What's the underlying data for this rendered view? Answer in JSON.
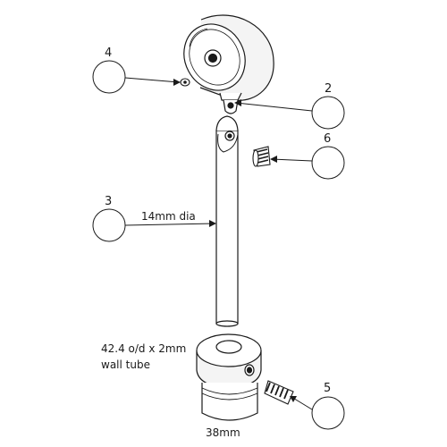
{
  "callouts": {
    "part_2": "2",
    "part_3": "3",
    "part_4": "4",
    "part_5": "5",
    "part_6": "6"
  },
  "dimensions": {
    "rod_diameter": "14mm dia",
    "tube_line_1": "42.4 o/d x 2mm",
    "tube_line_2": "wall tube",
    "base_width": "38mm"
  }
}
